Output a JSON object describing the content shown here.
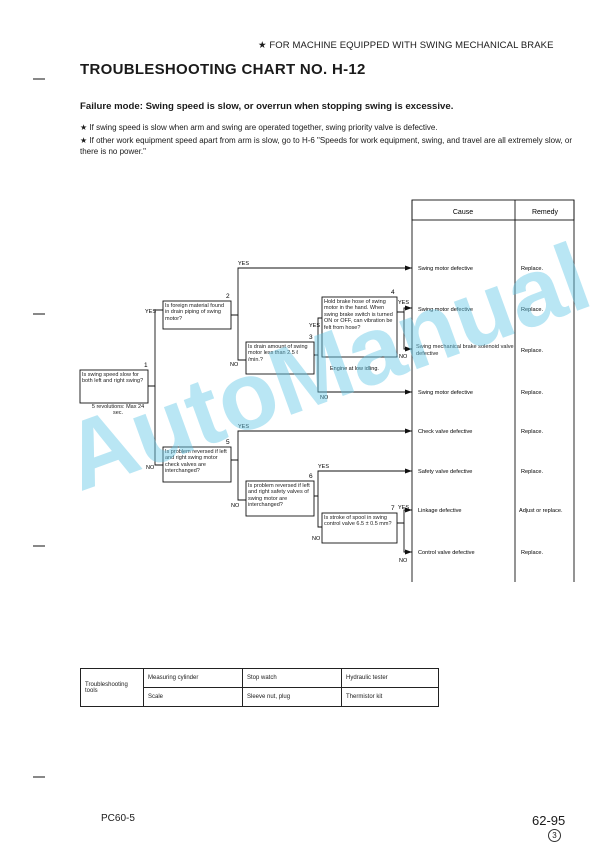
{
  "header_note": "★ FOR MACHINE EQUIPPED WITH SWING MECHANICAL BRAKE",
  "title": "TROUBLESHOOTING CHART NO. H-12",
  "failure_mode": "Failure mode:  Swing speed is slow, or overrun when stopping swing is excessive.",
  "notes": [
    "★  If swing speed is slow when arm and swing are operated together, swing priority valve is defective.",
    "★  If other work equipment speed apart from arm is slow, go to H-6 \"Speeds for work equipment, swing, and travel are all extremely slow, or there is no power.\""
  ],
  "table_headers": {
    "cause": "Cause",
    "remedy": "Remedy"
  },
  "causes": [
    {
      "cause": "Swing motor defective",
      "remedy": "Replace."
    },
    {
      "cause": "Swing motor defective",
      "remedy": "Replace."
    },
    {
      "cause": "Swing mechanical brake solenoid valve defective",
      "remedy": "Replace."
    },
    {
      "cause": "Swing motor defective",
      "remedy": "Replace."
    },
    {
      "cause": "Check valve defective",
      "remedy": "Replace."
    },
    {
      "cause": "Safety valve defective",
      "remedy": "Replace."
    },
    {
      "cause": "Linkage defective",
      "remedy": "Adjust or replace."
    },
    {
      "cause": "Control valve defective",
      "remedy": "Replace."
    }
  ],
  "boxes": {
    "b1": {
      "num": "1",
      "text": "Is swing speed slow for both left and right swing?",
      "note": "5 revolutions: Max 24 sec."
    },
    "b2": {
      "num": "2",
      "text": "Is foreign material found in drain piping of swing motor?"
    },
    "b3": {
      "num": "3",
      "text": "Is drain amount of swing motor less than 2.5 ℓ /min.?"
    },
    "b4": {
      "num": "4",
      "text": "Hold brake hose of swing motor in the hand. When swing brake switch is turned ON or OFF, can vibration be felt from hose?",
      "note": "Engine at low idling."
    },
    "b5": {
      "num": "5",
      "text": "Is problem reversed if left and right swing motor check valves are interchanged?"
    },
    "b6": {
      "num": "6",
      "text": "Is problem reversed if left and right safety valves of swing motor are interchanged?"
    },
    "b7": {
      "num": "7",
      "text": "Is stroke of spool in swing control valve 6.5 ± 0.5 mm?"
    }
  },
  "yes": "YES",
  "no": "NO",
  "tools": {
    "label": "Troubleshooting tools",
    "items": [
      "Measuring cylinder",
      "Stop watch",
      "Hydraulic tester",
      "Scale",
      "Sleeve nut, plug",
      "Thermistor kit"
    ]
  },
  "footer": {
    "model": "PC60-5",
    "page": "62-95",
    "revision": "3"
  },
  "watermark": "AutoManual"
}
